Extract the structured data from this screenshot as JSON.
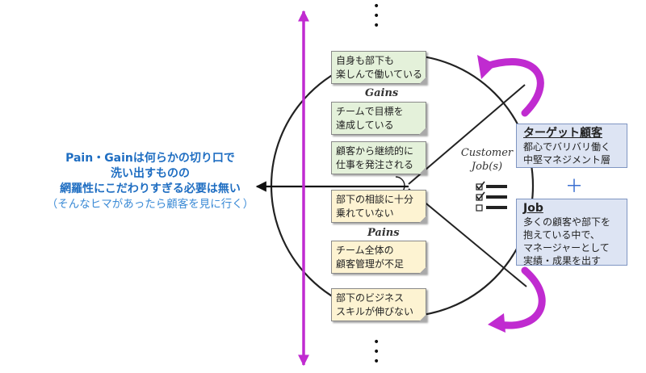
{
  "gains_label": "Gains",
  "pains_label": "Pains",
  "customer_jobs_label": [
    "Customer",
    "Job(s)"
  ],
  "gain_notes": [
    [
      "自身も部下も",
      "楽しんで働いている"
    ],
    [
      "チームで目標を",
      "達成している"
    ],
    [
      "顧客から継続的に",
      "仕事を発注される"
    ]
  ],
  "pain_notes": [
    [
      "部下の相談に十分",
      "乗れていない"
    ],
    [
      "チーム全体の",
      "顧客管理が不足"
    ],
    [
      "部下のビジネス",
      "スキルが伸びない"
    ]
  ],
  "left_message": {
    "bold_lines": [
      "Pain・Gainは何らかの切り口で",
      "洗い出すものの",
      "網羅性にこだわりすぎる必要は無い"
    ],
    "note": "（そんなヒマがあったら顧客を見に行く）"
  },
  "target_box": {
    "heading": "ターゲット顧客",
    "lines": [
      "都心でバリバリ働く",
      "中堅マネジメント層"
    ]
  },
  "job_box": {
    "heading": "Job",
    "lines": [
      "多くの顧客や部下を",
      "抱えている中で、",
      "マネージャーとして",
      "実績・成果を出す"
    ]
  },
  "plus_sign": "＋",
  "colors": {
    "accent_purple": "#c02bd0",
    "gain_note_bg": "#e4f1da",
    "pain_note_bg": "#fdf3d2",
    "box_bg": "#dde4f3",
    "text_blue": "#1f6ec2",
    "light_blue": "#3a8ad6"
  }
}
